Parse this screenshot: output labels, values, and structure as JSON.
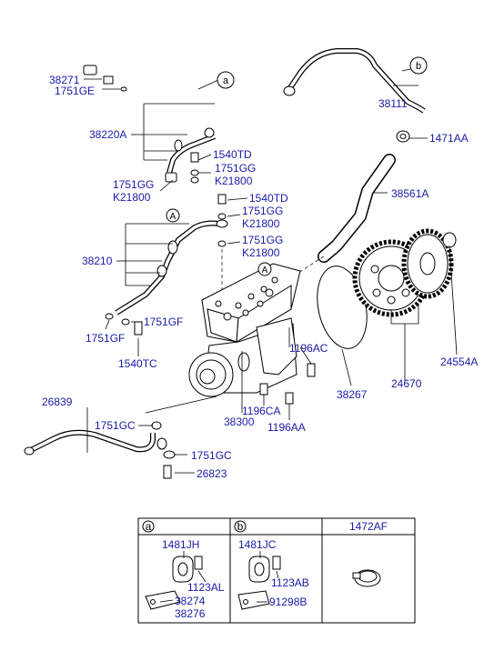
{
  "labels": {
    "p38271": "38271",
    "p1751GE": "1751GE",
    "p38220A": "38220A",
    "p1540TD_1": "1540TD",
    "p1751GG_1": "1751GG",
    "pK21800_1": "K21800",
    "p1751GG_2": "1751GG",
    "pK21800_2": "K21800",
    "p1540TD_2": "1540TD",
    "p1751GG_3": "1751GG",
    "pK21800_3": "K21800",
    "p1751GG_4": "1751GG",
    "pK21800_4": "K21800",
    "p38210": "38210",
    "p1751GF_1": "1751GF",
    "p1751GF_2": "1751GF",
    "p1540TC": "1540TC",
    "p38111": "38111",
    "p1471AA": "1471AA",
    "p38561A": "38561A",
    "p1196AC": "1196AC",
    "p38267": "38267",
    "p24670": "24670",
    "p24554A": "24554A",
    "p1196CA": "1196CA",
    "p38300": "38300",
    "p1196AA": "1196AA",
    "p26839": "26839",
    "p1751GC_1": "1751GC",
    "p1751GC_2": "1751GC",
    "p26823": "26823"
  },
  "callouts": {
    "a": "a",
    "b": "b",
    "A1": "A",
    "A2": "A"
  },
  "legend": {
    "col_a": "a",
    "col_b": "b",
    "col_c": "1472AF",
    "a_1481JH": "1481JH",
    "a_1123AL": "1123AL",
    "a_38274": "38274",
    "a_38276": "38276",
    "b_1481JC": "1481JC",
    "b_1123AB": "1123AB",
    "b_91298B": "91298B"
  }
}
